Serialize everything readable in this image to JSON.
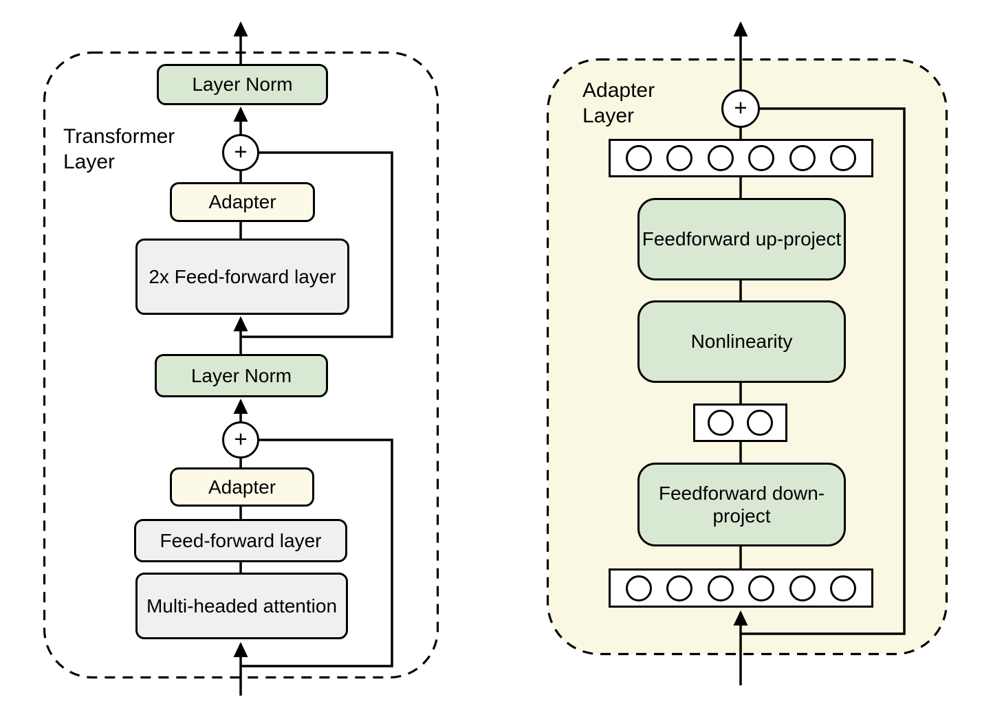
{
  "colors": {
    "green_box": "#d9e8d3",
    "cream_box": "#fcf9e7",
    "gray_box": "#f0f0ee",
    "adapter_panel_bg": "#faf7e2",
    "line": "#000000",
    "text": "#000000"
  },
  "left_panel": {
    "label_line1": "Transformer",
    "label_line2": "Layer",
    "layer_norm_top": "Layer Norm",
    "plus_top": "+",
    "adapter_top": "Adapter",
    "feed_forward_2x": "2x Feed-forward layer",
    "layer_norm_bottom": "Layer Norm",
    "plus_bottom": "+",
    "adapter_bottom": "Adapter",
    "feed_forward": "Feed-forward layer",
    "multi_head_attention": "Multi-headed attention"
  },
  "right_panel": {
    "label_line1": "Adapter",
    "label_line2": "Layer",
    "plus": "+",
    "top_row_units": 6,
    "feedforward_up": "Feedforward up-project",
    "nonlinearity": "Nonlinearity",
    "bottleneck_units": 2,
    "feedforward_down": "Feedforward down-project",
    "bottom_row_units": 6
  }
}
